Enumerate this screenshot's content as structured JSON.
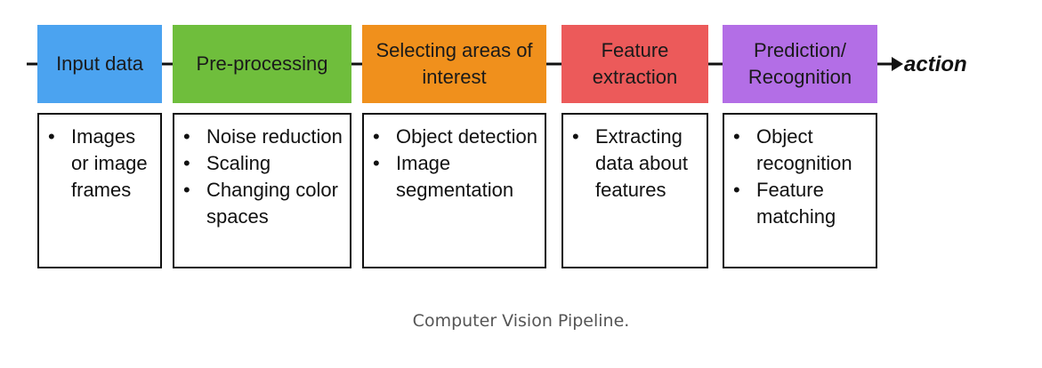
{
  "stages": [
    {
      "title": "Input data",
      "color": "#4ba3f0",
      "items": [
        "Images or image frames"
      ]
    },
    {
      "title": "Pre-processing",
      "color": "#6fbe3c",
      "items": [
        "Noise reduction",
        "Scaling",
        "Changing color spaces"
      ]
    },
    {
      "title": "Selecting areas of interest",
      "color": "#f0901c",
      "items": [
        "Object detection",
        "Image segmentation"
      ]
    },
    {
      "title": "Feature extraction",
      "color": "#ec5a5a",
      "items": [
        "Extracting data about features"
      ]
    },
    {
      "title": "Prediction/ Recognition",
      "color": "#b36ee6",
      "items": [
        "Object recognition",
        "Feature matching"
      ]
    }
  ],
  "action_label": "action",
  "caption": "Computer Vision Pipeline.",
  "line_color": "#111111",
  "bullet_symbol": "•"
}
